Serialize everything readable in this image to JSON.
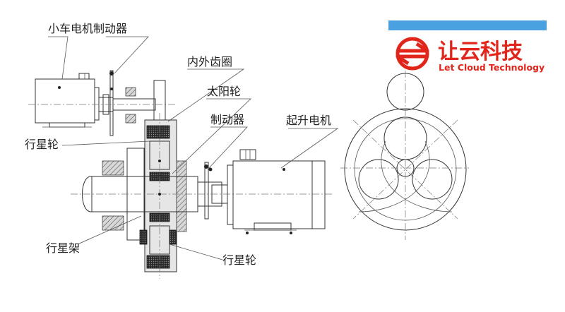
{
  "labels": {
    "trolley_motor_brake": "小车电机制动器",
    "ring_gear": "内外齿圈",
    "sun_gear": "太阳轮",
    "brake": "制动器",
    "hoist_motor": "起升电机",
    "planet_gear_top": "行星轮",
    "planet_carrier": "行星架",
    "planet_gear_bottom": "行星轮"
  },
  "brand": {
    "name_zh": "让云科技",
    "name_en": "Let Cloud Technology",
    "bar_color": "#4aa1df",
    "brand_color": "#e1251b"
  }
}
